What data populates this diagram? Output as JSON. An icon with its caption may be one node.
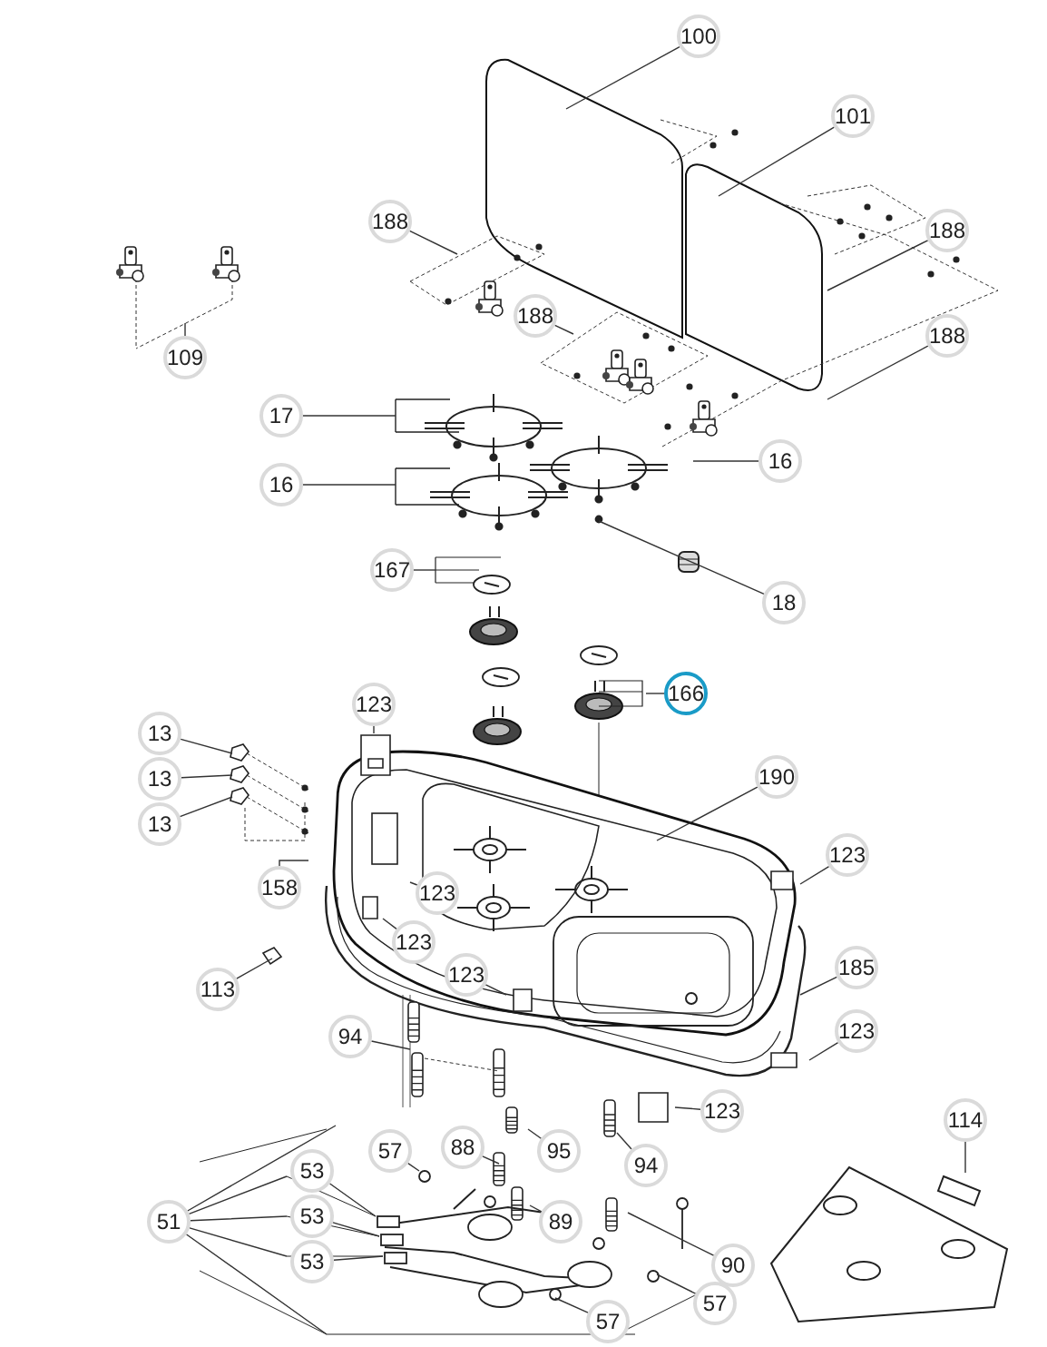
{
  "diagram": {
    "nodes": [
      {
        "text": [
          "100"
        ]
      },
      {
        "text": [
          "101"
        ]
      },
      {
        "text": [
          "188"
        ]
      },
      {
        "text": [
          "188"
        ]
      },
      {
        "text": [
          "188"
        ]
      },
      {
        "text": [
          "188"
        ]
      },
      {
        "text": [
          "109"
        ]
      },
      {
        "text": [
          "17"
        ]
      },
      {
        "text": [
          "16"
        ]
      },
      {
        "text": [
          "16"
        ]
      },
      {
        "text": [
          "167"
        ]
      },
      {
        "text": [
          "18"
        ]
      },
      {
        "text": [
          "166"
        ]
      },
      {
        "text": [
          "123"
        ]
      },
      {
        "text": [
          "13"
        ]
      },
      {
        "text": [
          "13"
        ]
      },
      {
        "text": [
          "13"
        ]
      },
      {
        "text": [
          "190"
        ]
      },
      {
        "text": [
          "123"
        ]
      },
      {
        "text": [
          "158"
        ]
      },
      {
        "text": [
          "123"
        ]
      },
      {
        "text": [
          "123"
        ]
      },
      {
        "text": [
          "185"
        ]
      },
      {
        "text": [
          "113"
        ]
      },
      {
        "text": [
          "123"
        ]
      },
      {
        "text": [
          "94"
        ]
      },
      {
        "text": [
          "123"
        ]
      },
      {
        "text": [
          "123"
        ]
      },
      {
        "text": [
          "114"
        ]
      },
      {
        "text": [
          "57"
        ]
      },
      {
        "text": [
          "88"
        ]
      },
      {
        "text": [
          "95"
        ]
      },
      {
        "text": [
          "94"
        ]
      },
      {
        "text": [
          "51"
        ]
      },
      {
        "text": [
          "53"
        ]
      },
      {
        "text": [
          "53"
        ]
      },
      {
        "text": [
          "53"
        ]
      },
      {
        "text": [
          "89"
        ]
      },
      {
        "text": [
          "90"
        ]
      },
      {
        "text": [
          "57"
        ]
      },
      {
        "text": [
          "57"
        ]
      }
    ],
    "edges": [
      {
        "from": 0,
        "to": null,
        "arrow": "none"
      },
      {
        "from": 1,
        "to": null,
        "arrow": "none"
      },
      {
        "from": 2,
        "to": null,
        "arrow": "none"
      },
      {
        "from": 3,
        "to": null,
        "arrow": "none"
      },
      {
        "from": 4,
        "to": null,
        "arrow": "none"
      },
      {
        "from": 5,
        "to": null,
        "arrow": "none"
      },
      {
        "from": 6,
        "to": null,
        "arrow": "none"
      },
      {
        "from": 7,
        "to": null,
        "arrow": "none"
      },
      {
        "from": 8,
        "to": null,
        "arrow": "none"
      },
      {
        "from": 9,
        "to": null,
        "arrow": "none"
      },
      {
        "from": 10,
        "to": null,
        "arrow": "none"
      },
      {
        "from": 11,
        "to": null,
        "arrow": "none"
      },
      {
        "from": 12,
        "to": null,
        "arrow": "none"
      },
      {
        "from": 13,
        "to": null,
        "arrow": "none"
      },
      {
        "from": 14,
        "to": null,
        "arrow": "none"
      },
      {
        "from": 15,
        "to": null,
        "arrow": "none"
      },
      {
        "from": 16,
        "to": null,
        "arrow": "none"
      },
      {
        "from": 17,
        "to": null,
        "arrow": "none"
      },
      {
        "from": 18,
        "to": null,
        "arrow": "none"
      },
      {
        "from": 19,
        "to": null,
        "arrow": "none"
      },
      {
        "from": 20,
        "to": null,
        "arrow": "none"
      },
      {
        "from": 21,
        "to": null,
        "arrow": "none"
      },
      {
        "from": 22,
        "to": null,
        "arrow": "none"
      },
      {
        "from": 23,
        "to": null,
        "arrow": "none"
      },
      {
        "from": 24,
        "to": null,
        "arrow": "none"
      },
      {
        "from": 25,
        "to": null,
        "arrow": "none"
      },
      {
        "from": 26,
        "to": null,
        "arrow": "none"
      },
      {
        "from": 27,
        "to": null,
        "arrow": "none"
      },
      {
        "from": 28,
        "to": null,
        "arrow": "none"
      },
      {
        "from": 29,
        "to": null,
        "arrow": "none"
      },
      {
        "from": 30,
        "to": null,
        "arrow": "none"
      },
      {
        "from": 31,
        "to": null,
        "arrow": "none"
      },
      {
        "from": 32,
        "to": null,
        "arrow": "none"
      },
      {
        "from": 33,
        "to": null,
        "arrow": "none"
      },
      {
        "from": 34,
        "to": null,
        "arrow": "none"
      },
      {
        "from": 35,
        "to": null,
        "arrow": "none"
      },
      {
        "from": 36,
        "to": null,
        "arrow": "none"
      },
      {
        "from": 37,
        "to": null,
        "arrow": "none"
      },
      {
        "from": 38,
        "to": null,
        "arrow": "none"
      },
      {
        "from": 39,
        "to": null,
        "arrow": "none"
      },
      {
        "from": 40,
        "to": null,
        "arrow": "none"
      }
    ]
  }
}
